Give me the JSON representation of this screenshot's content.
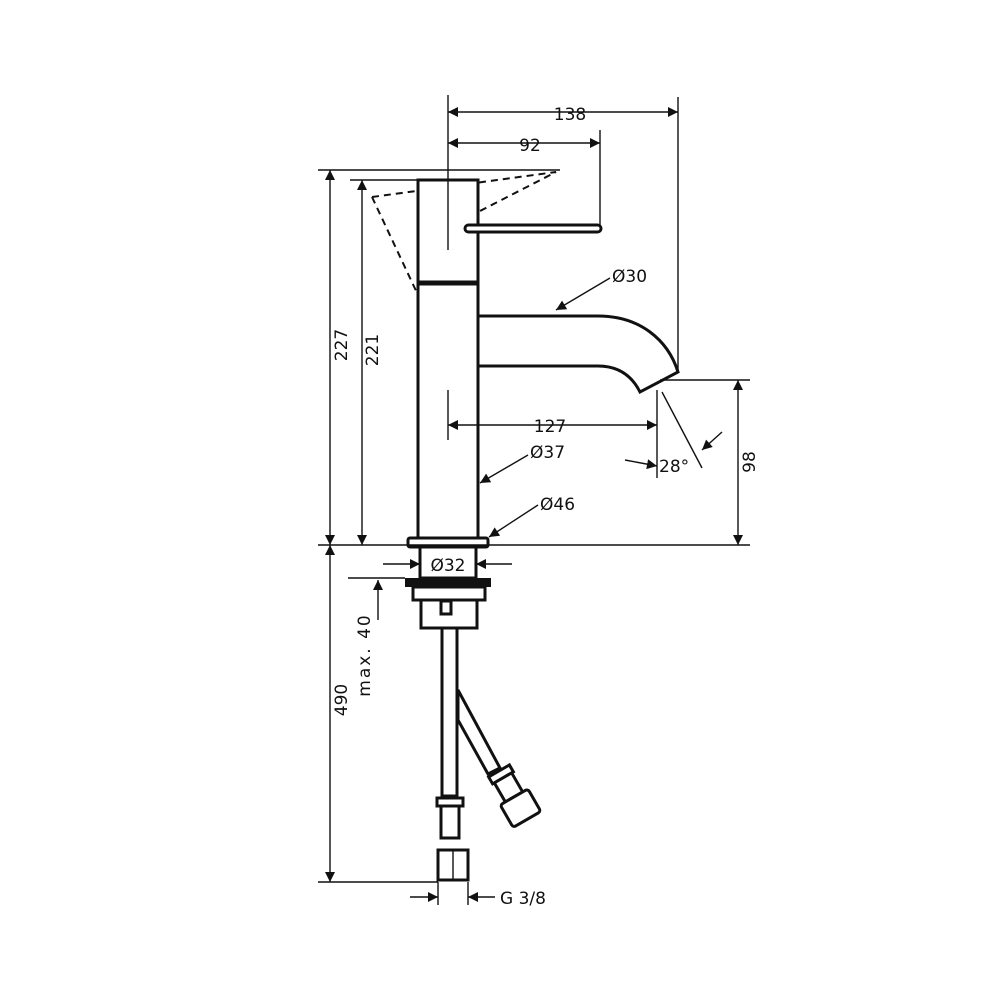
{
  "drawing": {
    "dimensions": {
      "total_reach": "138",
      "lever_reach": "92",
      "spout_diameter": "Ø30",
      "total_height": "227",
      "body_height": "221",
      "spout_reach": "127",
      "body_diameter": "Ø37",
      "spout_angle": "28°",
      "spout_height": "98",
      "base_diameter": "Ø46",
      "hole_diameter": "Ø32",
      "max_counter_thickness": "max. 40",
      "hose_length": "490",
      "thread": "G 3/8"
    }
  }
}
